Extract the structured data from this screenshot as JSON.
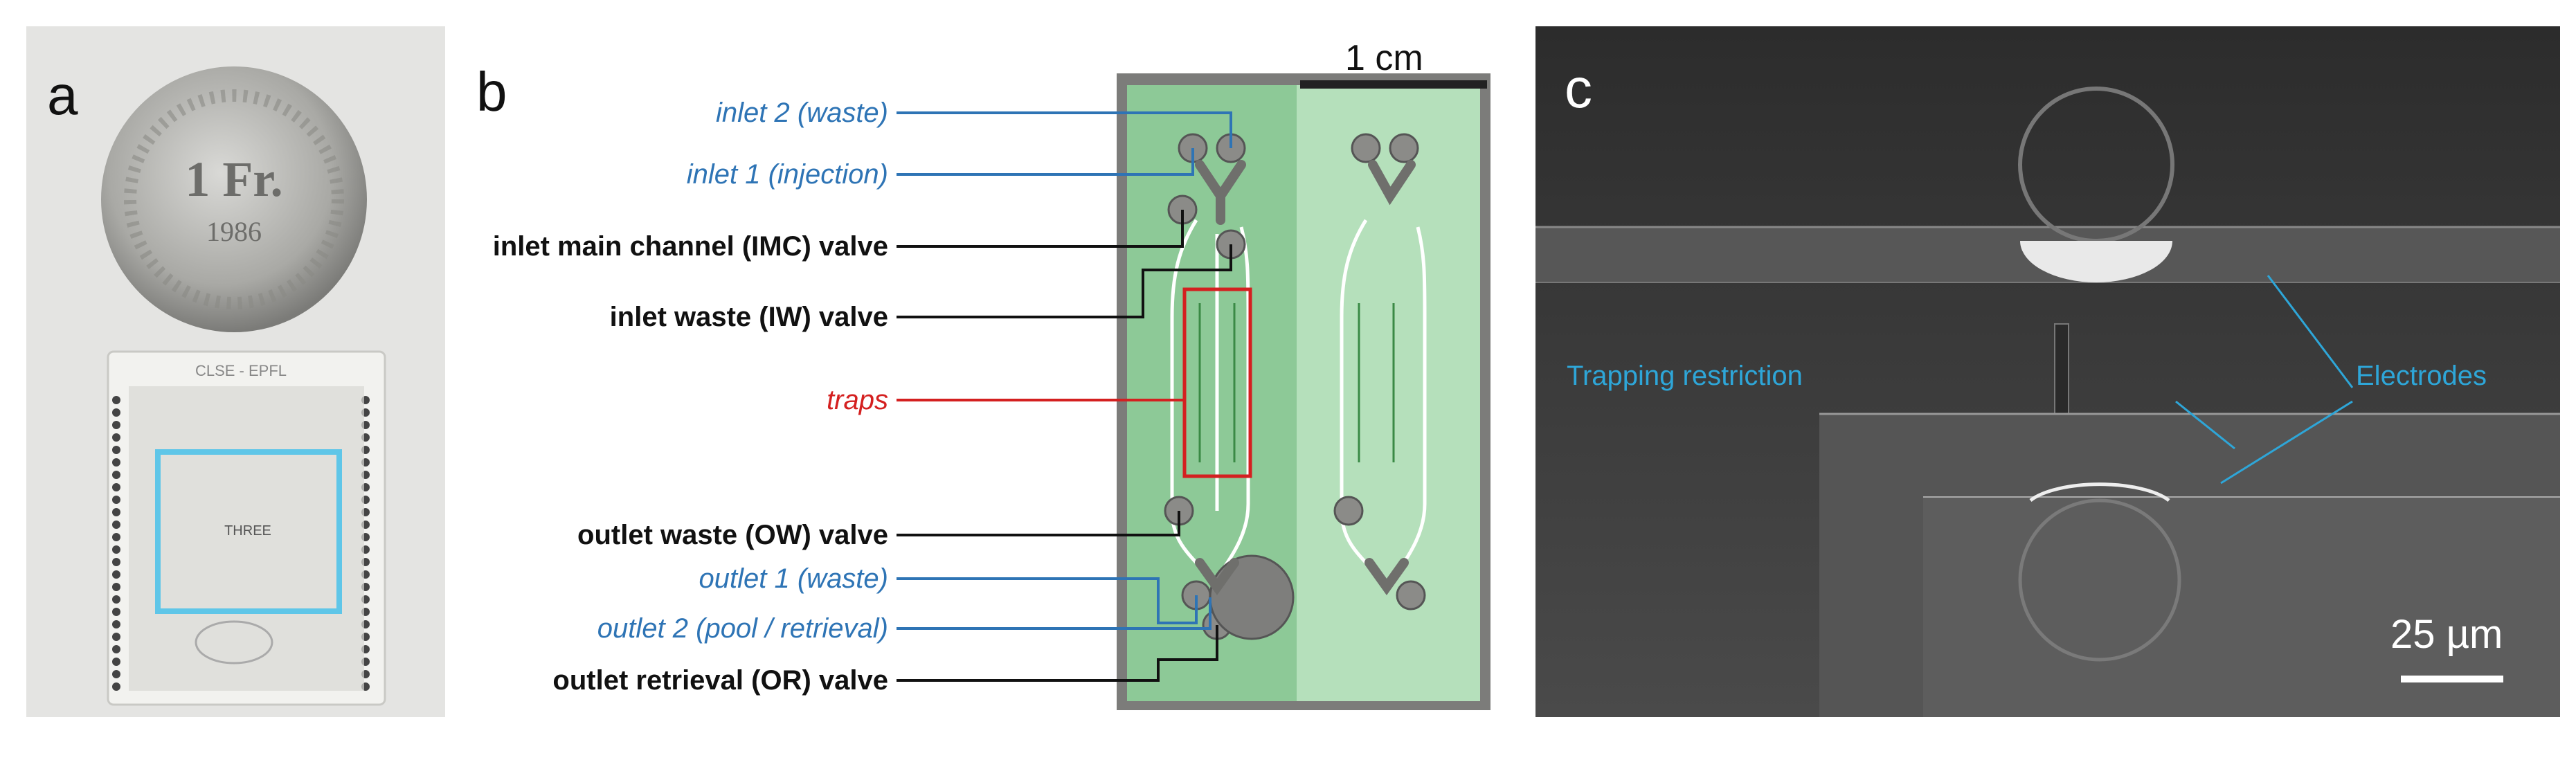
{
  "panels": {
    "a": {
      "letter": "a",
      "coin_text": "1 Fr.",
      "coin_year": "1986",
      "chip_label": "CLSE - EPFL",
      "chip_center_text": "THREE"
    },
    "b": {
      "letter": "b",
      "scale": "1 cm",
      "labels": {
        "inlet2": "inlet 2 (waste)",
        "inlet1": "inlet 1 (injection)",
        "imc": "inlet main channel (IMC) valve",
        "iw": "inlet waste (IW) valve",
        "traps": "traps",
        "ow": "outlet waste (OW) valve",
        "outlet1": "outlet 1 (waste)",
        "outlet2": "outlet 2 (pool / retrieval)",
        "or": "outlet retrieval (OR) valve"
      }
    },
    "c": {
      "letter": "c",
      "trapping": "Trapping restriction",
      "electrodes": "Electrodes",
      "scale": "25 µm"
    }
  },
  "colors": {
    "blue": "#2e74b5",
    "red": "#d42020",
    "cyan": "#2ea6d8",
    "chip_green": "#8fd19a"
  }
}
